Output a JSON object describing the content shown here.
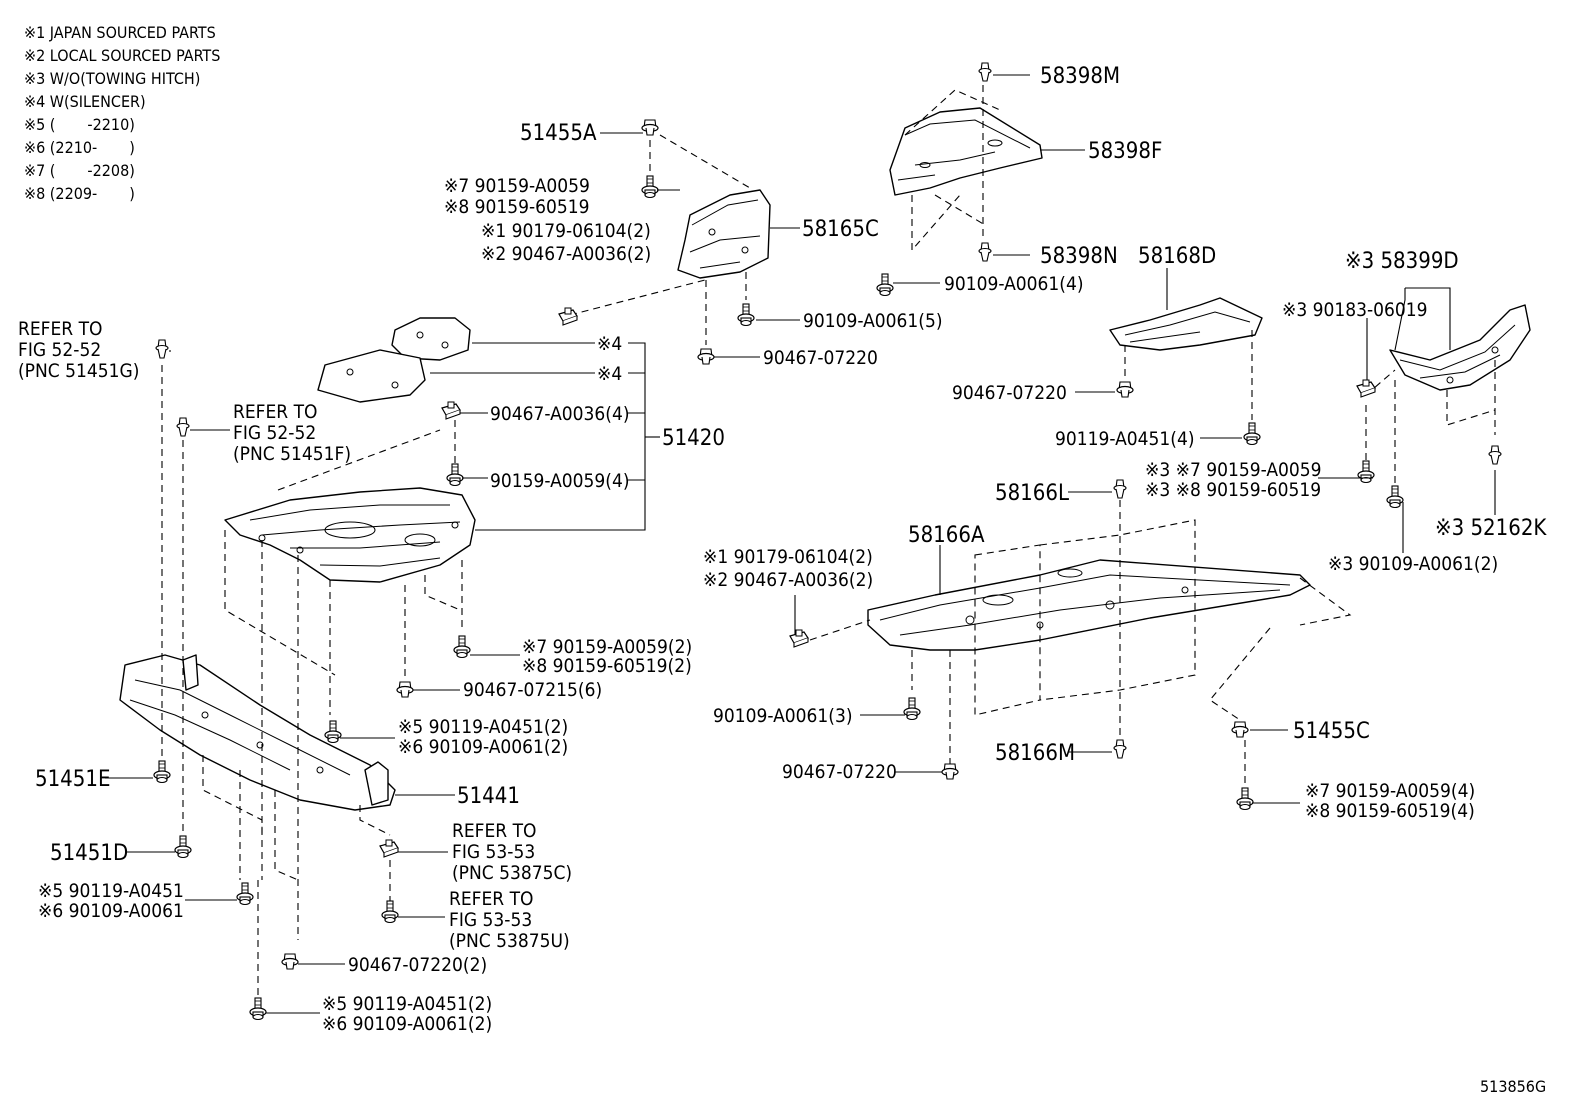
{
  "legend": [
    "※1 JAPAN SOURCED PARTS",
    "※2 LOCAL SOURCED PARTS",
    "※3 W/O(TOWING HITCH)",
    "※4 W(SILENCER)",
    "※5 (       -2210)",
    "※6 (2210-       )",
    "※7 (       -2208)",
    "※8 (2209-       )"
  ],
  "callouts": {
    "p51455a": "51455A",
    "p58398m": "58398M",
    "p58398f": "58398F",
    "p58398n": "58398N",
    "p58165c": "58165C",
    "p58168d": "58168D",
    "p58399d": "※3 58399D",
    "p51420": "51420",
    "p58166l": "58166L",
    "p58166a": "58166A",
    "p52162k": "※3 52162K",
    "p51451e": "51451E",
    "p51451d": "51451D",
    "p51441": "51441",
    "p58166m": "58166M",
    "p51455c": "51455C"
  },
  "fasteners": {
    "f_r7_59_top": "※7 90159-A0059",
    "f_r8_519_top": "※8 90159-60519",
    "f_r1_06104_top": "※1 90179-06104(2)",
    "f_r2_0036_top": "※2 90467-A0036(2)",
    "f_0061_4_top": "90109-A0061(4)",
    "f_0061_5": "90109-A0061(5)",
    "f_07220_top": "90467-07220",
    "f_r4_a": "※4",
    "f_r4_b": "※4",
    "f_0036_4": "90467-A0036(4)",
    "f_0059_4": "90159-A0059(4)",
    "f_r7_0059_2": "※7 90159-A0059(2)",
    "f_r8_519_2": "※8 90159-60519(2)",
    "f_07215_6": "90467-07215(6)",
    "f_r5_0451_2_a": "※5 90119-A0451(2)",
    "f_r6_0061_2_a": "※6 90109-A0061(2)",
    "f_r5_0451": "※5 90119-A0451",
    "f_r6_0061": "※6 90109-A0061",
    "f_07220_2": "90467-07220(2)",
    "f_r5_0451_2_b": "※5 90119-A0451(2)",
    "f_r6_0061_2_b": "※6 90109-A0061(2)",
    "f_r3_06019": "※3 90183-06019",
    "f_07220_mid": "90467-07220",
    "f_0451_4": "90119-A0451(4)",
    "f_r3r7_0059": "※3 ※7 90159-A0059",
    "f_r3r8_519": "※3 ※8 90159-60519",
    "f_r3_0061_2": "※3 90109-A0061(2)",
    "f_r1_06104_mid": "※1 90179-06104(2)",
    "f_r2_0036_mid": "※2 90467-A0036(2)",
    "f_0061_3": "90109-A0061(3)",
    "f_07220_bot": "90467-07220",
    "f_r7_0059_4": "※7 90159-A0059(4)",
    "f_r8_519_4": "※8 90159-60519(4)"
  },
  "references": {
    "ref1": [
      "REFER TO",
      "FIG 52-52",
      "(PNC 51451G)"
    ],
    "ref2": [
      "REFER TO",
      "FIG 52-52",
      "(PNC 51451F)"
    ],
    "ref3": [
      "REFER TO",
      "FIG 53-53",
      "(PNC 53875C)"
    ],
    "ref4": [
      "REFER TO",
      "FIG 53-53",
      "(PNC 53875U)"
    ]
  },
  "figure_id": "513856G"
}
